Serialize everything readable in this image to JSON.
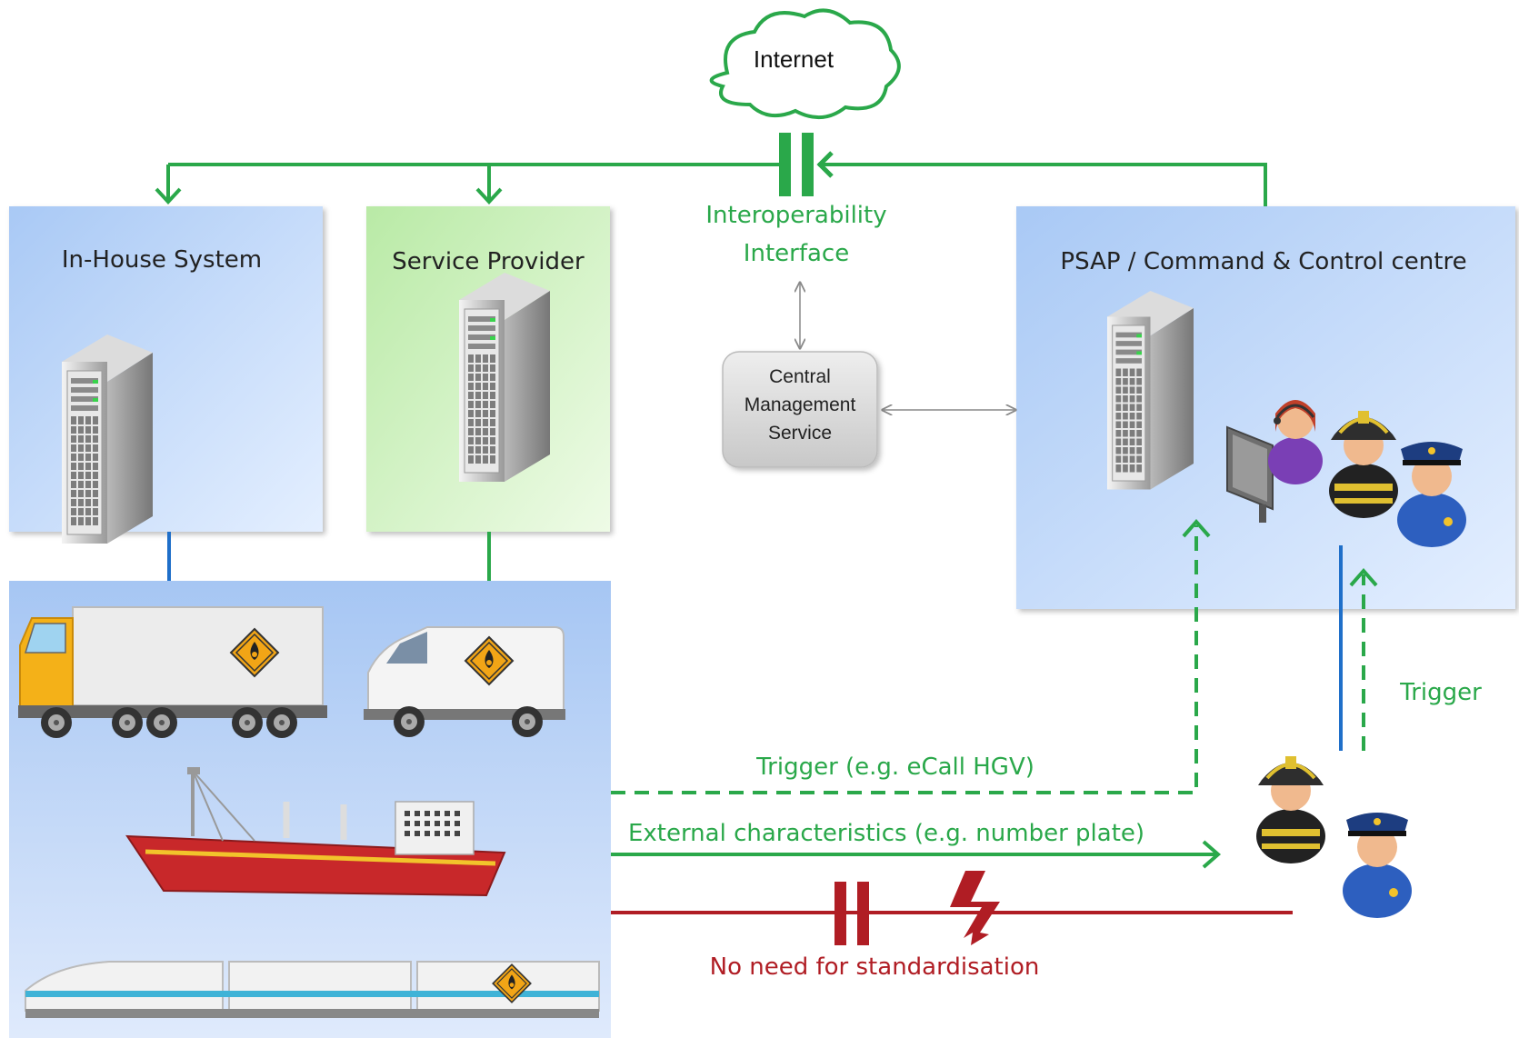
{
  "internet": {
    "label": "Internet"
  },
  "interoperability": {
    "line1": "Interoperability",
    "line2": "Interface"
  },
  "panels": {
    "in_house": {
      "title": "In-House System"
    },
    "service_provider": {
      "title": "Service Provider"
    },
    "psap": {
      "title": "PSAP / Command & Control centre"
    }
  },
  "cms": {
    "line1": "Central",
    "line2": "Management",
    "line3": "Service"
  },
  "links": {
    "trigger_ecall": "Trigger (e.g. eCall HGV)",
    "external": "External characteristics (e.g. number plate)",
    "no_need": "No need for standardisation",
    "trigger": "Trigger"
  },
  "colors": {
    "green": "#2aa84a",
    "red": "#b01d24",
    "blue": "#1f6fc9",
    "panel_blue": "#c5dcfa",
    "panel_green": "#d8f3c8"
  },
  "icons": [
    "server-icon",
    "truck-icon",
    "van-icon",
    "ship-icon",
    "train-icon",
    "operator-icon",
    "firefighter-icon",
    "police-icon",
    "hazard-icon",
    "cloud-icon",
    "lightning-icon"
  ]
}
